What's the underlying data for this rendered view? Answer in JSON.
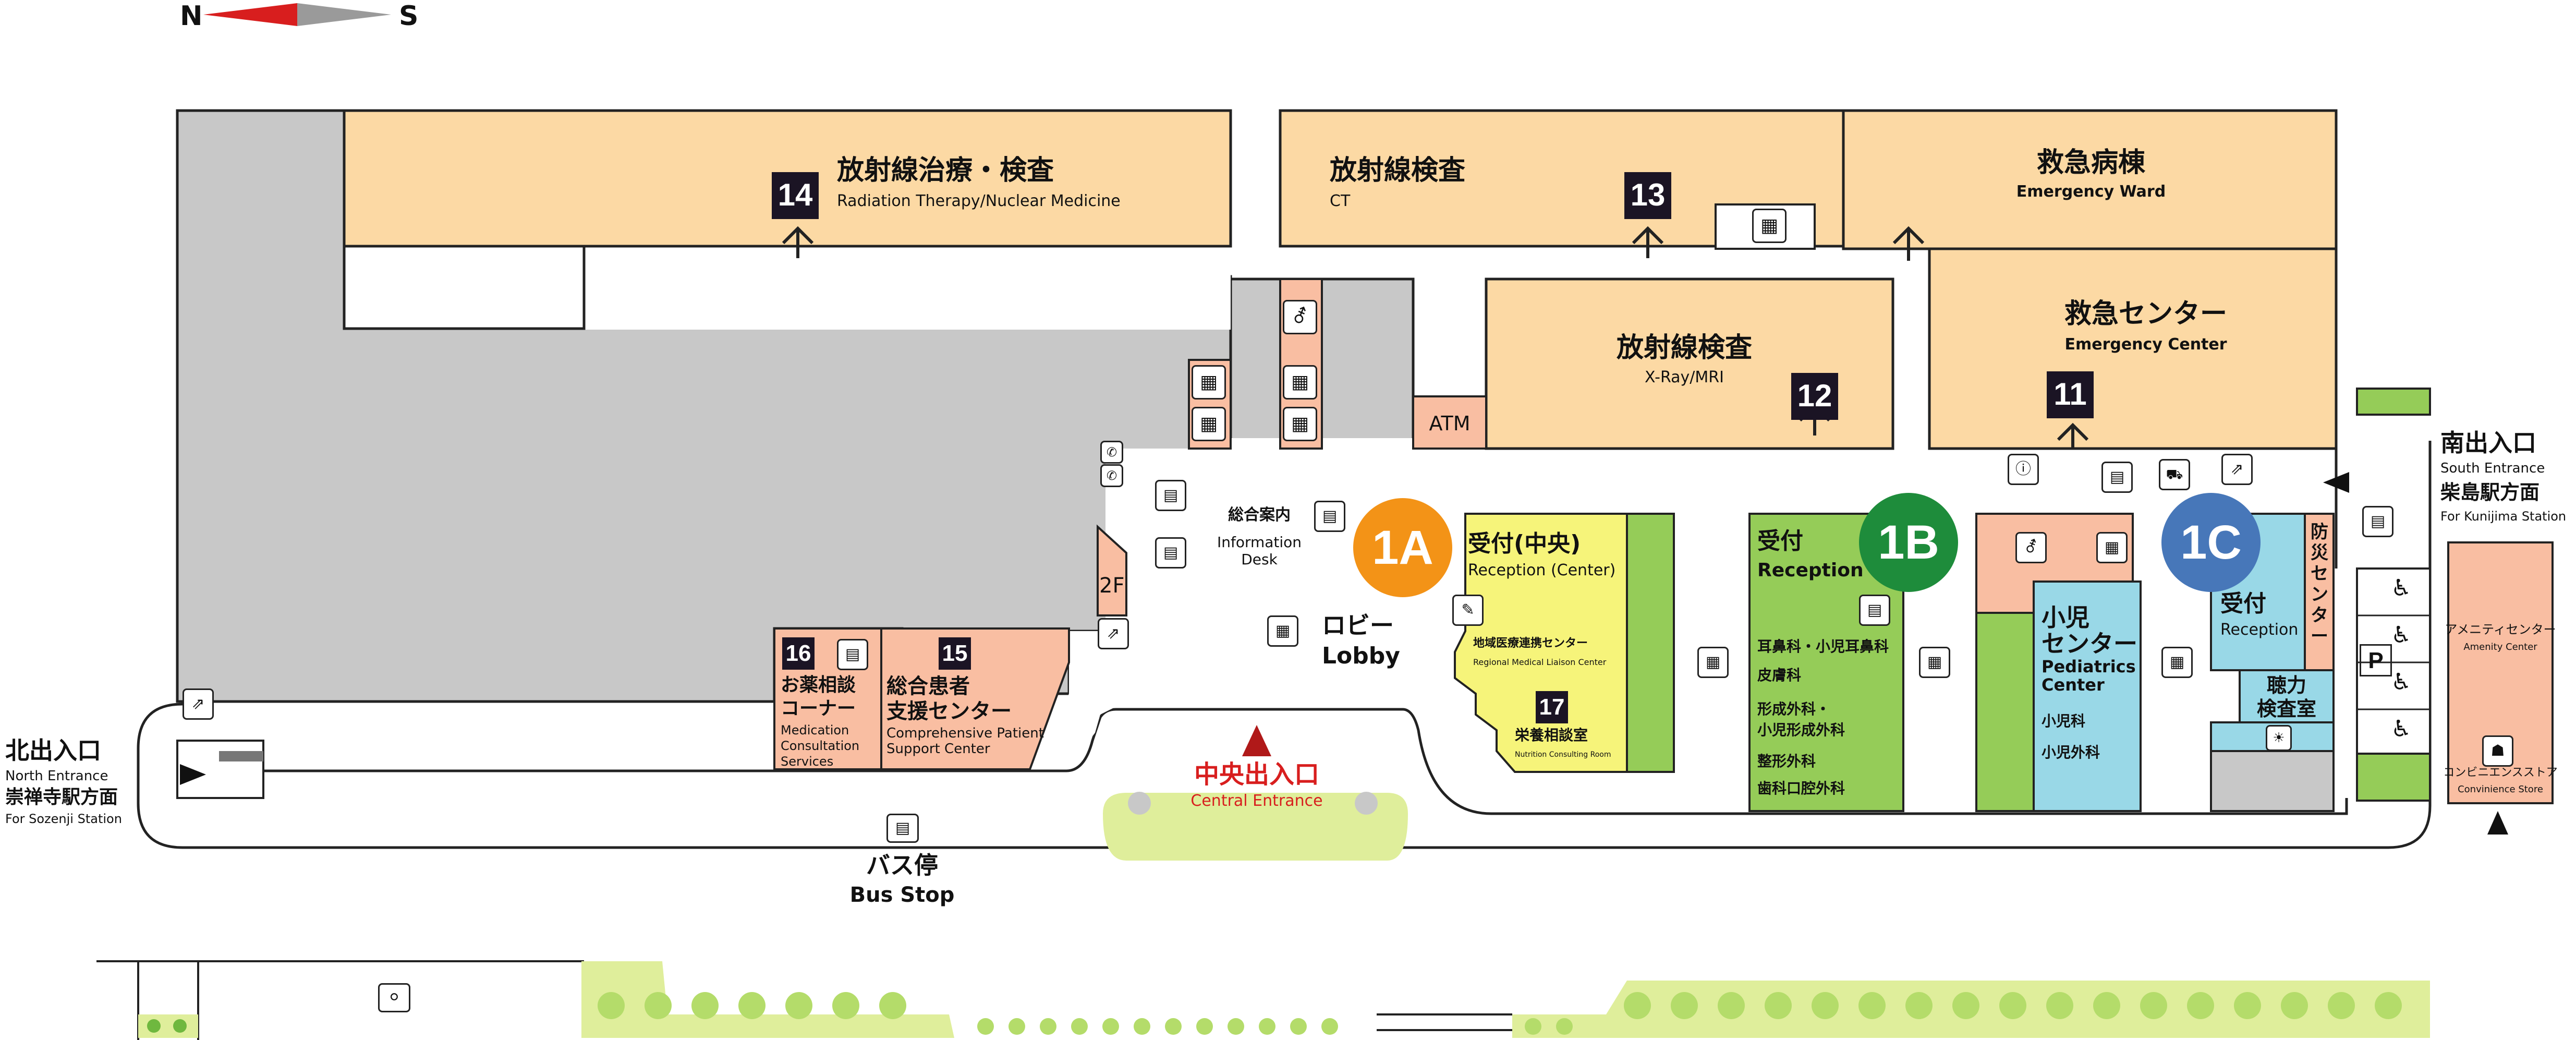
{
  "compass": {
    "north": "N",
    "south": "S"
  },
  "areas": {
    "radiation_therapy": {
      "ja": "放射線治療・検査",
      "en": "Radiation Therapy/Nuclear Medicine",
      "num": "14"
    },
    "ct": {
      "ja": "放射線検査",
      "en": "CT",
      "num": "13"
    },
    "emergency_ward": {
      "ja": "救急病棟",
      "en": "Emergency Ward"
    },
    "emergency_center": {
      "ja": "救急センター",
      "en": "Emergency Center",
      "num": "11"
    },
    "xray_mri": {
      "ja": "放射線検査",
      "en": "X-Ray/MRI",
      "num": "12"
    },
    "atm": {
      "label": "ATM"
    },
    "information_desk": {
      "ja": "総合案内",
      "en1": "Information",
      "en2": "Desk"
    },
    "lobby": {
      "ja": "ロビー",
      "en": "Lobby"
    },
    "reception_center": {
      "ja": "受付(中央)",
      "en": "Reception (Center)"
    },
    "regional_liaison": {
      "ja": "地域医療連携センター",
      "en": "Regional Medical Liaison Center"
    },
    "nutrition": {
      "num": "17",
      "ja": "栄養相談室",
      "en": "Nutrition Consulting Room"
    },
    "medication": {
      "num": "16",
      "ja1": "お薬相談",
      "ja2": "コーナー",
      "en1": "Medication",
      "en2": "Consultation",
      "en3": "Services"
    },
    "patient_support": {
      "num": "15",
      "ja1": "総合患者",
      "ja2": "支援センター",
      "en1": "Comprehensive Patient",
      "en2": "Support Center"
    },
    "floor2": {
      "label": "2F"
    },
    "reception_1b": {
      "ja": "受付",
      "en": "Reception"
    },
    "departments_1b": [
      "耳鼻科・小児耳鼻科",
      "皮膚科",
      "形成外科・",
      "小児形成外科",
      "整形外科",
      "歯科口腔外科"
    ],
    "pediatrics": {
      "ja1": "小児",
      "ja2": "センター",
      "en1": "Pediatrics",
      "en2": "Center",
      "dept1": "小児科",
      "dept2": "小児外科"
    },
    "reception_1c": {
      "ja": "受付",
      "en": "Reception"
    },
    "disaster_center": {
      "label": "防災センター"
    },
    "hearing": {
      "ja1": "聴力",
      "ja2": "検査室"
    },
    "amenity": {
      "ja": "アメニティセンター",
      "en": "Amenity Center"
    },
    "convenience": {
      "ja": "コンビニエンスストア",
      "en": "Convinience Store"
    }
  },
  "zones": {
    "a": "1A",
    "b": "1B",
    "c": "1C"
  },
  "entrances": {
    "north": {
      "ja": "北出入口",
      "en": "North Entrance",
      "station_ja": "崇禅寺駅方面",
      "station_en": "For Sozenji Station"
    },
    "south": {
      "ja": "南出入口",
      "en": "South Entrance",
      "station_ja": "柴島駅方面",
      "station_en": "For Kunijima Station"
    },
    "central": {
      "ja": "中央出入口",
      "en": "Central Entrance"
    }
  },
  "bus_stop": {
    "ja": "バス停",
    "en": "Bus Stop"
  },
  "parking": {
    "label": "P"
  },
  "colors": {
    "peach": "#fcd9a4",
    "salmon": "#f9bea2",
    "yellow": "#f6f47a",
    "green": "#95cc58",
    "cyan": "#99d8e7",
    "gray": "#c8c8c8",
    "zone_1a": "#f39317",
    "zone_1b": "#1e8c3b",
    "zone_1c": "#4777b9",
    "red": "#d81e1e",
    "light_green": "#dfee9b"
  }
}
